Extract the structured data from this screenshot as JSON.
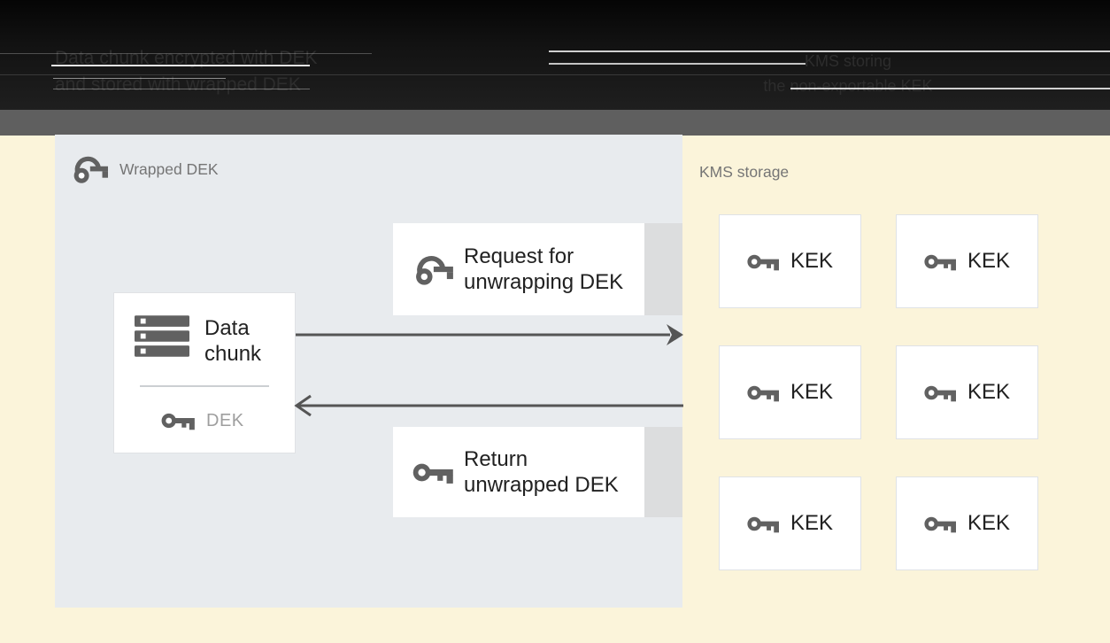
{
  "header": {
    "left_caption_line1": "Data chunk encrypted with DEK",
    "left_caption_line2": "and stored with wrapped DEK",
    "right_caption_line1": "KMS storing",
    "right_caption_line2": "the non-exportable KEK"
  },
  "storage_panel": {
    "label": "Wrapped DEK",
    "data_chunk": {
      "line1": "Data",
      "line2": "chunk",
      "key_label": "DEK"
    },
    "request_box": {
      "line1": "Request for",
      "line2": "unwrapping DEK"
    },
    "return_box": {
      "line1": "Return",
      "line2": "unwrapped DEK"
    }
  },
  "kms_panel": {
    "label": "KMS storage",
    "keks": [
      {
        "label": "KEK"
      },
      {
        "label": "KEK"
      },
      {
        "label": "KEK"
      },
      {
        "label": "KEK"
      },
      {
        "label": "KEK"
      },
      {
        "label": "KEK"
      }
    ]
  },
  "icons": {
    "wrapped_key": "wrapped-key-icon",
    "key": "key-icon",
    "storage": "storage-icon"
  },
  "colors": {
    "page_bg": "#fbf4da",
    "header_bg": "#131313",
    "header_text": "#2d2d2d",
    "subheader_bg": "#5f5f5f",
    "panel_bg": "#e8ebee",
    "box_bg": "#ffffff",
    "box_border": "#e0e2e5",
    "box_tail": "#dcddde",
    "arrow": "#555555",
    "icon_gray": "#616161",
    "label_gray": "#757575",
    "text_dark": "#212121",
    "dek_text": "#9e9e9e"
  }
}
